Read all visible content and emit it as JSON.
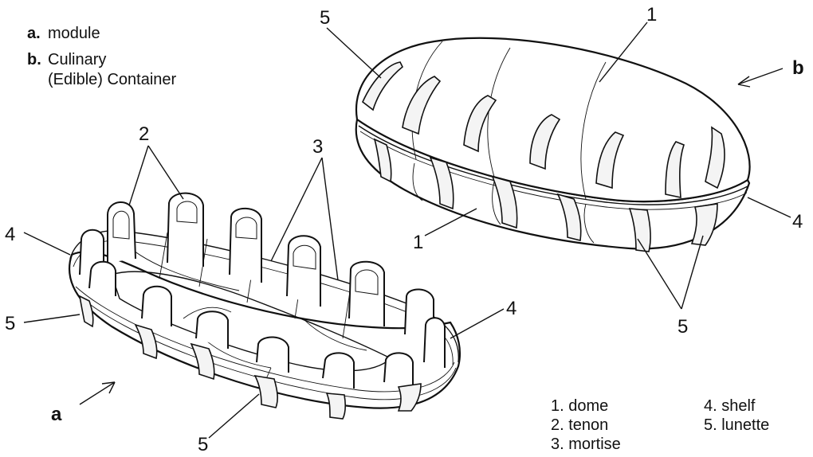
{
  "legend_top": {
    "a_key": "a.",
    "a_text": "module",
    "b_key": "b.",
    "b_text_line1": "Culinary",
    "b_text_line2": "(Edible) Container"
  },
  "callouts": {
    "a": "a",
    "b": "b",
    "n1_top": "1",
    "n1_side": "1",
    "n2": "2",
    "n3": "3",
    "n4_left": "4",
    "n4_mid": "4",
    "n4_right": "4",
    "n5_topleft": "5",
    "n5_left": "5",
    "n5_bottom": "5",
    "n5_right": "5"
  },
  "legend_bottom": {
    "items": [
      "1. dome",
      "2. tenon",
      "3. mortise",
      "4. shelf",
      "5. lunette"
    ]
  }
}
